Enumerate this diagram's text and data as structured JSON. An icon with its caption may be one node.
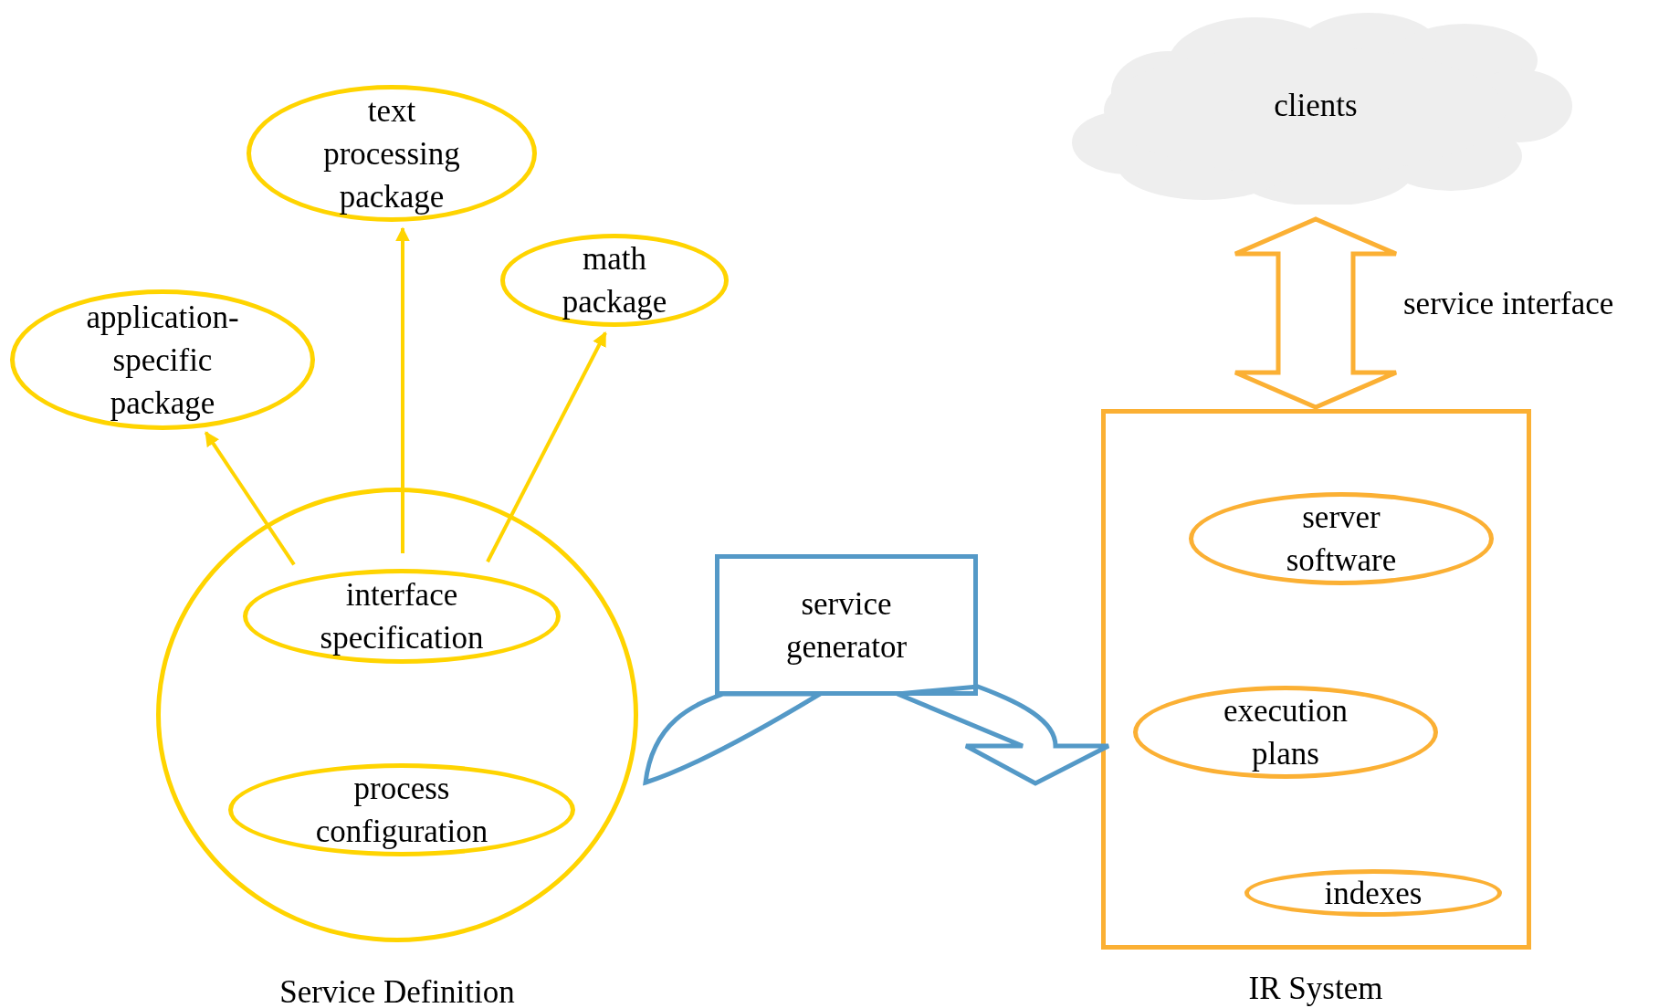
{
  "diagram": {
    "nodes": [
      {
        "text": [
          "text processing package"
        ]
      },
      {
        "text": [
          "math package"
        ]
      },
      {
        "text": [
          "application-specific package"
        ]
      },
      {
        "text": [],
        "shape": "circle",
        "beside": [
          "Service Definition"
        ]
      },
      {
        "text": [
          "interface specification"
        ],
        "in": 3
      },
      {
        "text": [
          "process configuration"
        ],
        "in": 3
      },
      {
        "text": [
          "service generator"
        ]
      },
      {
        "text": [
          "clients"
        ]
      },
      {
        "text": [],
        "shape": "box",
        "beside": [
          "IR System"
        ]
      },
      {
        "text": [
          "server software"
        ],
        "in": 8
      },
      {
        "text": [
          "execution plans"
        ],
        "in": 8
      },
      {
        "text": [
          "indexes"
        ],
        "in": 8
      }
    ],
    "edges": [
      {
        "from": 4,
        "to": 2,
        "arrow": "to"
      },
      {
        "from": 4,
        "to": 0,
        "arrow": "to"
      },
      {
        "from": 4,
        "to": 1,
        "arrow": "to"
      },
      {
        "from": 8,
        "to": 7,
        "arrow": "both",
        "label": "service interface",
        "style": "thick",
        "color": "#fbb034"
      },
      {
        "from": 3,
        "to": 6,
        "arrow": "none",
        "style": "thick",
        "color": "#5499c7"
      },
      {
        "from": 6,
        "to": 8,
        "arrow": "to",
        "style": "thick",
        "color": "#5499c7"
      }
    ]
  }
}
